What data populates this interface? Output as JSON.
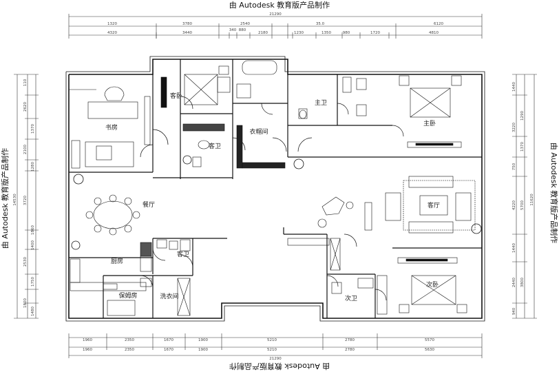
{
  "watermark": "由 Autodesk 教育版产品制作",
  "rooms": {
    "study": "书房",
    "bedroom_a": "客卧",
    "bath_a": "客卫",
    "closet": "衣帽间",
    "master_bath": "主卫",
    "master_bed": "主卧",
    "dining": "餐厅",
    "living": "客厅",
    "kitchen": "厨房",
    "guest_wc": "客卫",
    "nanny": "保姆房",
    "laundry": "洗衣间",
    "second_bath": "次卫",
    "second_bed": "次卧"
  },
  "dims": {
    "top_total": "21290",
    "top_r1": [
      "1320",
      "3780",
      "2540",
      "35.0",
      "6120"
    ],
    "top_r2": [
      "4320",
      "3440",
      "340",
      "880",
      "2180",
      "1230",
      "1350",
      "980",
      "1720",
      "4810"
    ],
    "bottom_total": "21290",
    "bottom_r1": [
      "1960",
      "2350",
      "1670",
      "1900",
      "5210",
      "2780",
      "5570"
    ],
    "bottom_r2": [
      "1960",
      "2350",
      "1670",
      "1900",
      "5210",
      "2780",
      "5630"
    ],
    "left": [
      "110",
      "2620",
      "1370",
      "2100",
      "1280",
      "3720",
      "1860",
      "1400",
      "2530",
      "1750",
      "1800",
      "1480",
      "14530"
    ],
    "right": [
      "1440",
      "1290",
      "3220",
      "1370",
      "750",
      "4220",
      "5700",
      "1440",
      "2440",
      "3800",
      "940",
      "11620"
    ]
  }
}
